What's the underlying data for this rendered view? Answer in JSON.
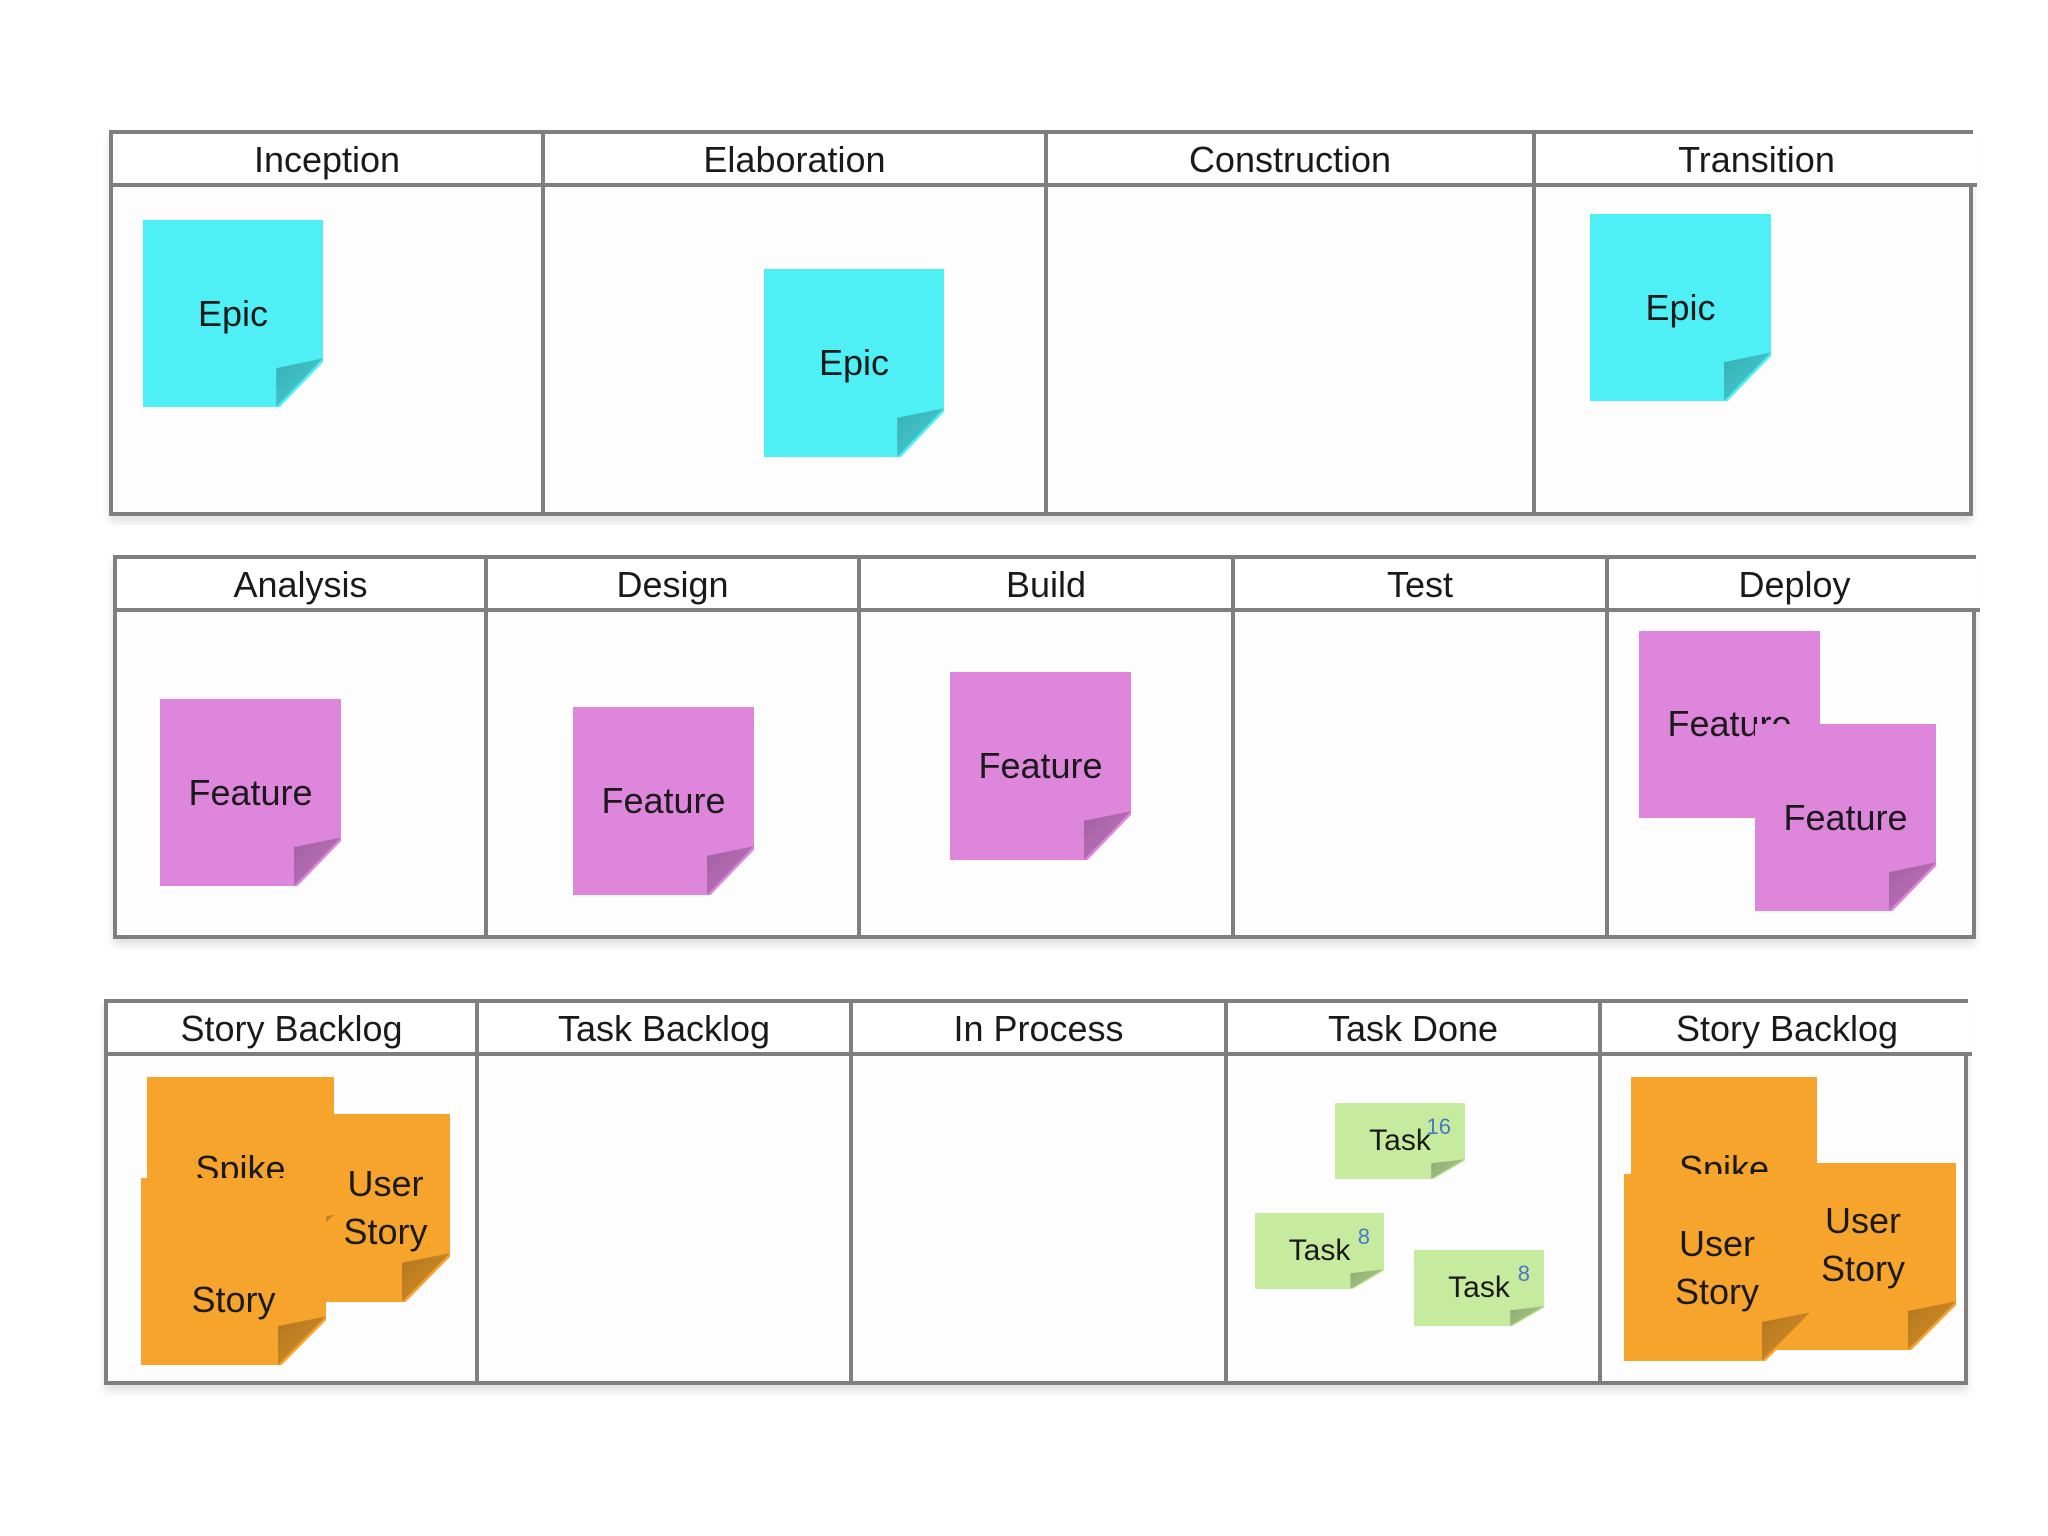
{
  "boards": [
    {
      "columns": [
        "Inception",
        "Elaboration",
        "Construction",
        "Transition"
      ],
      "notes": [
        {
          "kind": "epic",
          "text": "Epic"
        },
        {
          "kind": "epic",
          "text": "Epic"
        },
        {
          "kind": "epic",
          "text": "Epic"
        }
      ]
    },
    {
      "columns": [
        "Analysis",
        "Design",
        "Build",
        "Test",
        "Deploy"
      ],
      "notes": [
        {
          "kind": "feature",
          "text": "Feature"
        },
        {
          "kind": "feature",
          "text": "Feature"
        },
        {
          "kind": "feature",
          "text": "Feature"
        },
        {
          "kind": "feature",
          "text": "Feature"
        },
        {
          "kind": "feature",
          "text": "Feature"
        }
      ]
    },
    {
      "columns": [
        "Story Backlog",
        "Task Backlog",
        "In Process",
        "Task Done",
        "Story Backlog"
      ],
      "notes": [
        {
          "kind": "story",
          "text": "User Story"
        },
        {
          "kind": "story",
          "text": "Spike"
        },
        {
          "kind": "story",
          "text": "Story"
        },
        {
          "kind": "task",
          "text": "Task",
          "estimate": "16"
        },
        {
          "kind": "task",
          "text": "Task",
          "estimate": "8"
        },
        {
          "kind": "task",
          "text": "Task",
          "estimate": "8"
        },
        {
          "kind": "story",
          "text": "Spike"
        },
        {
          "kind": "story",
          "text": "User Story"
        },
        {
          "kind": "story",
          "text": "User Story"
        }
      ]
    }
  ],
  "colors": {
    "epic": "#4ef0f6",
    "feature": "#de86dc",
    "story": "#f6a42c",
    "task": "#c6eb9f",
    "border": "#7f7f7f",
    "estimate": "#4a78c8"
  }
}
